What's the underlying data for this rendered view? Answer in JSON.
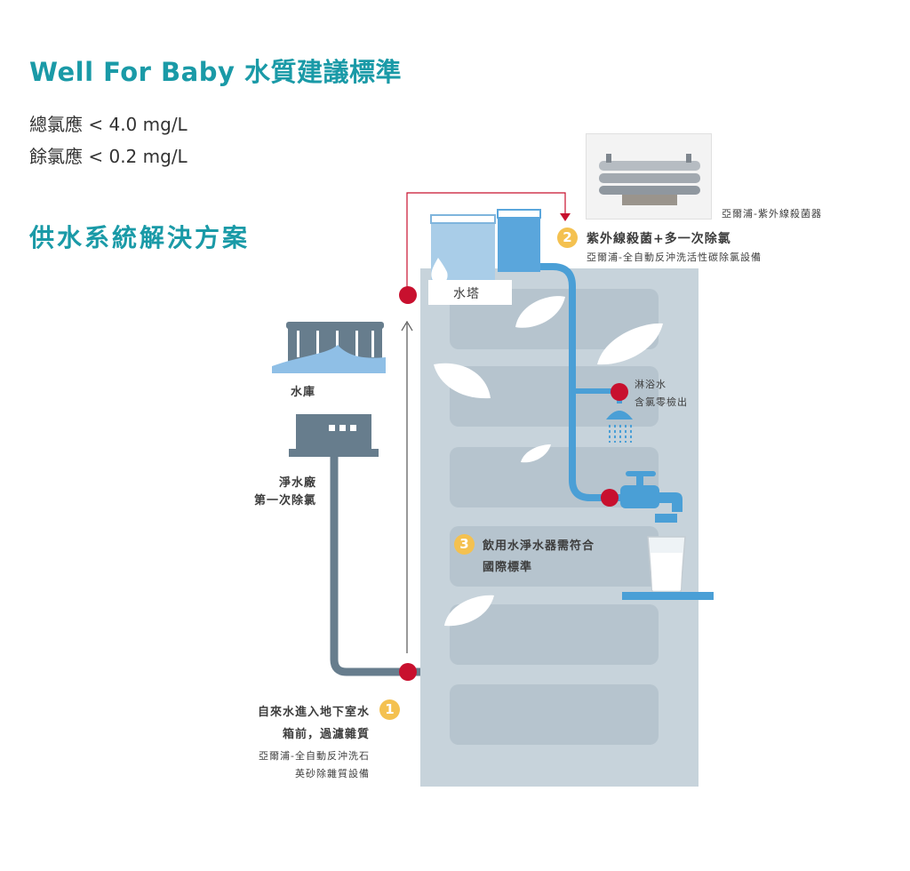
{
  "title": "Well For Baby 水質建議標準",
  "standards": [
    {
      "label": "總氯應 < 4.0 mg/L"
    },
    {
      "label": "餘氯應 < 0.2 mg/L"
    }
  ],
  "section_title": "供水系統解決方案",
  "reservoir": {
    "label": "水庫"
  },
  "plant": {
    "line1": "淨水廠",
    "line2": "第一次除氯"
  },
  "tower": {
    "label": "水塔"
  },
  "step1": {
    "number": "1",
    "line1": "自來水進入地下室水",
    "line2": "箱前，過濾雜質",
    "sub1": "亞爾浦-全自動反沖洗石",
    "sub2": "英砂除雜質設備"
  },
  "step2": {
    "number": "2",
    "title": "紫外線殺菌+多一次除氯",
    "sub": "亞爾浦-全自動反沖洗活性碳除氯設備"
  },
  "uv_caption": "亞爾浦-紫外線殺菌器",
  "shower": {
    "line1": "淋浴水",
    "line2": "含氯零檢出"
  },
  "step3": {
    "number": "3",
    "line1": "飲用水淨水器需符合",
    "line2": "國際標準"
  },
  "colors": {
    "teal": "#1a9aa7",
    "building": "#c7d3db",
    "pipe_gray": "#677d8d",
    "pipe_blue": "#4a9fd6",
    "node_red": "#c8102e",
    "badge": "#f4c150"
  }
}
